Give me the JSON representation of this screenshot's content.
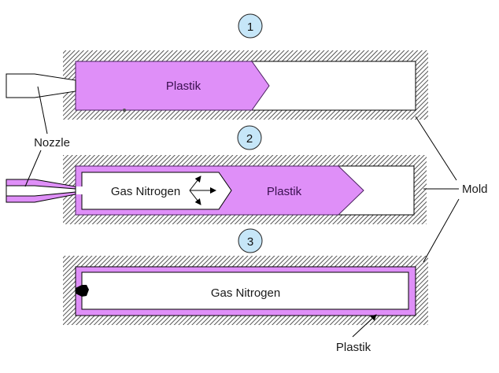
{
  "colors": {
    "plastic": "#df8ff8",
    "badge": "#c6e6f8",
    "outline": "#000000",
    "hatch": "#555555"
  },
  "steps": [
    {
      "number": "1",
      "plastic_label": "Plastik"
    },
    {
      "number": "2",
      "gas_label": "Gas Nitrogen",
      "plastic_label": "Plastik"
    },
    {
      "number": "3",
      "gas_label": "Gas Nitrogen"
    }
  ],
  "callouts": {
    "nozzle": "Nozzle",
    "mold": "Mold",
    "plastik": "Plastik"
  }
}
